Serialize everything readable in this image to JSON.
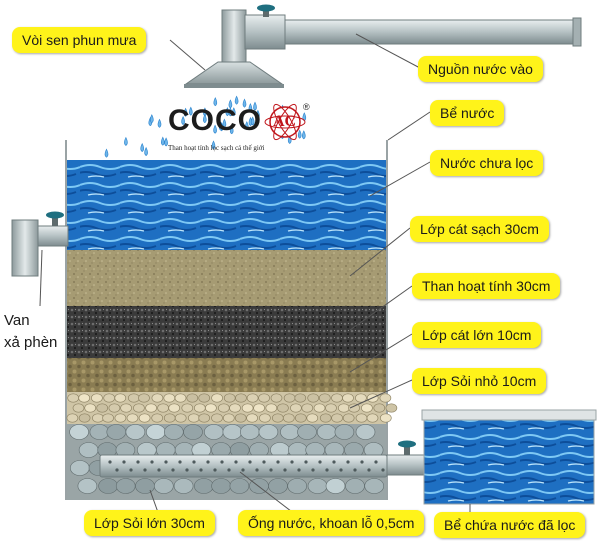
{
  "labels": {
    "shower_nozzle": "Vòi sen phun mưa",
    "water_inlet": "Nguồn nước vào",
    "tank": "Bể nước",
    "unfiltered_water": "Nước chưa lọc",
    "clean_sand_layer": "Lớp cát sạch 30cm",
    "activated_carbon": "Than hoạt tính  30cm",
    "coarse_sand_layer": "Lớp cát lớn 10cm",
    "small_gravel_layer": "Lớp Sỏi nhỏ  10cm",
    "large_gravel_layer": "Lớp Sỏi lớn 30cm",
    "drilled_pipe": "Ống nước, khoan lỗ 0,5cm",
    "filtered_tank": "Bể chứa nước đã lọc",
    "drain_valve": "Van\nxả phèn"
  },
  "brand": {
    "name": "COCO",
    "mark": "AC",
    "registered": "®",
    "tagline": "Than hoạt tính lọc sạch cả thế giới"
  },
  "colors": {
    "label_bg": "#fff31a",
    "water_blue": "#1c73c8",
    "sand": "#a79c72",
    "carbon": "#3c3c3c",
    "coarse_sand": "#8c7e55",
    "gravel": "#d8cfb4",
    "pipe": "#b9c4c7",
    "valve_teal": "#1f6f80"
  }
}
